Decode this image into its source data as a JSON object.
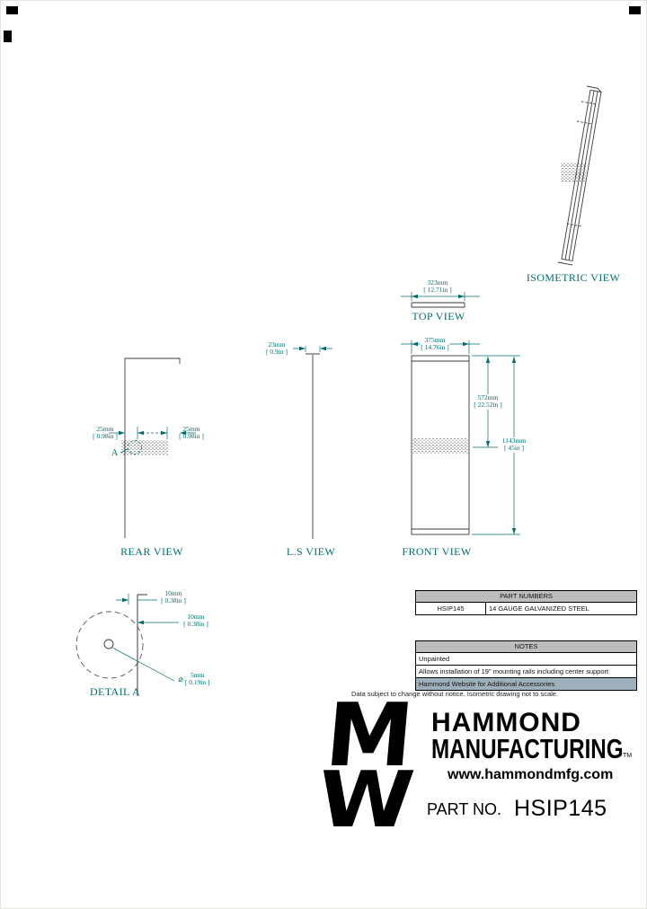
{
  "colors": {
    "dimension_teal": "#006e6e",
    "table_header_bg": "#bdbdbd",
    "highlight_row_bg": "#9fb0bd",
    "line_color": "#3a3a3a"
  },
  "views": {
    "isometric": {
      "label": "ISOMETRIC VIEW"
    },
    "top": {
      "label": "TOP VIEW",
      "width_mm": "323mm",
      "width_in": "[ 12.71in ]"
    },
    "front": {
      "label": "FRONT VIEW",
      "width_mm": "375mm",
      "width_in": "[ 14.76in ]",
      "mid_mm": "572mm",
      "mid_in": "[ 22.52in ]",
      "height_mm": "1143mm",
      "height_in": "[ 45in ]"
    },
    "ls": {
      "label": "L.S VIEW",
      "depth_mm": "23mm",
      "depth_in": "[ 0.9in ]"
    },
    "rear": {
      "label": "REAR VIEW",
      "left_mm": "25mm",
      "left_in": "[ 0.98in ]",
      "right_mm": "25mm",
      "right_in": "[ 0.98in ]",
      "detail_marker": "A"
    },
    "detail": {
      "label": "DETAIL A",
      "dim1_mm": "10mm",
      "dim1_in": "[ 0.38in ]",
      "dim2_mm": "10mm",
      "dim2_in": "[ 0.38in ]",
      "hole_symbol": "⌀",
      "hole_mm": "5mm",
      "hole_in": "[ 0.19in ]"
    }
  },
  "part_numbers": {
    "header": "PART NUMBERS",
    "part": "HSIP145",
    "material": "14 GAUGE GALVANIZED STEEL"
  },
  "notes": {
    "header": "NOTES",
    "rows": [
      "Unpainted",
      "Allows installation of 19\" mounting rails including center support",
      "Hammond Website for Additional Accessories"
    ]
  },
  "footer": {
    "disclaimer": "Data subject to change without notice. Isometric drawing not to scale.",
    "logo_glyph_top": "M",
    "logo_glyph_bottom": "W",
    "brand_line1": "HAMMOND",
    "brand_line2": "MANUFACTURING",
    "trademark": "TM",
    "website": "www.hammondmfg.com",
    "part_no_label": "PART NO.",
    "part_no_value": "HSIP145"
  }
}
